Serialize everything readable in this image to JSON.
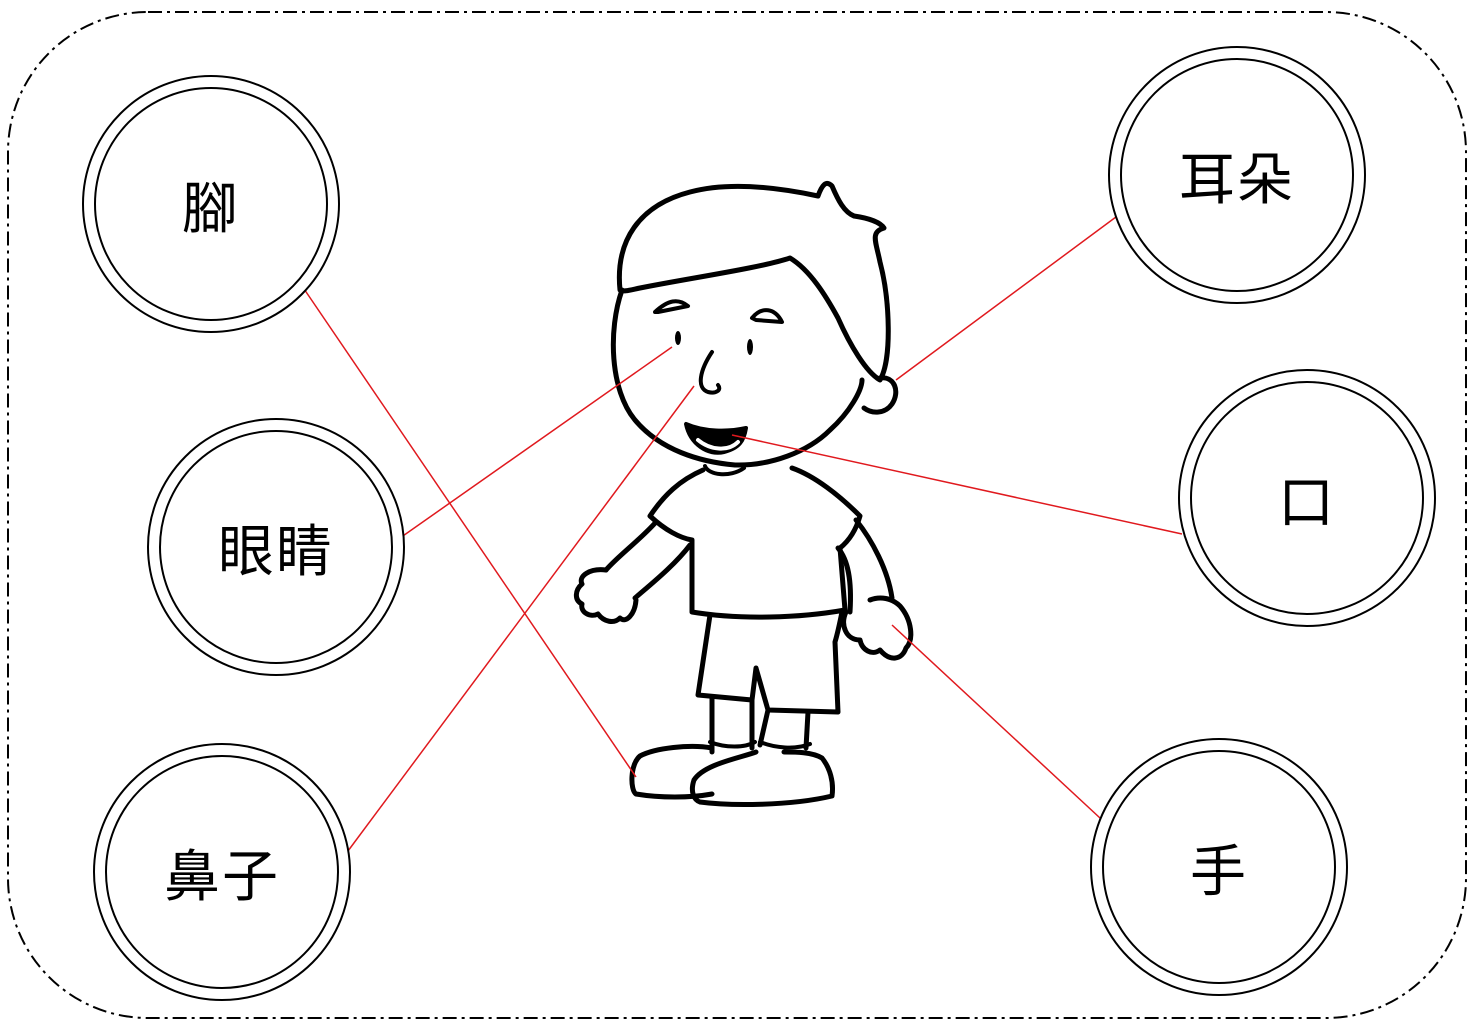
{
  "words": {
    "foot": "腳",
    "eyes": "眼睛",
    "nose": "鼻子",
    "ears": "耳朵",
    "mouth": "口",
    "hand": "手"
  },
  "colors": {
    "connector": "#e0191e",
    "ink": "#000000",
    "paper": "#ffffff"
  }
}
